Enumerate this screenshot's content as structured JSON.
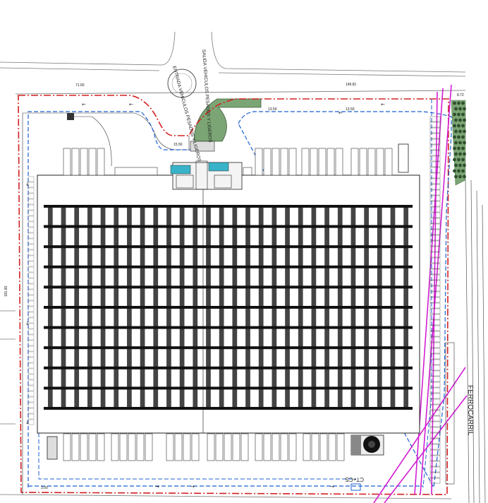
{
  "plan": {
    "labels": {
      "entry": "ENTRADA VEHICULOS PESADOS Y LIGEROS",
      "exit": "SALIDA VEHICULOS PESADOS Y LIGEROS",
      "railway": "FERROCARRIL",
      "substation": "CT+CS"
    },
    "dimensions": {
      "top_left": "71.60",
      "top_right": "149.81",
      "corner_right": "8.72",
      "top_a": "13.50",
      "top_b": "13.50",
      "gate": "15.50",
      "left_side": "191.60",
      "bottom_left": "3.00"
    },
    "warehouse": {
      "rack_columns": 28,
      "rack_rows": 10
    },
    "colors": {
      "boundary": "#d42020",
      "road": "#1e5fd0",
      "railway": "#d21ed2",
      "green": "#7ba574",
      "rack": "#444444",
      "rack_band": "#111111"
    }
  }
}
